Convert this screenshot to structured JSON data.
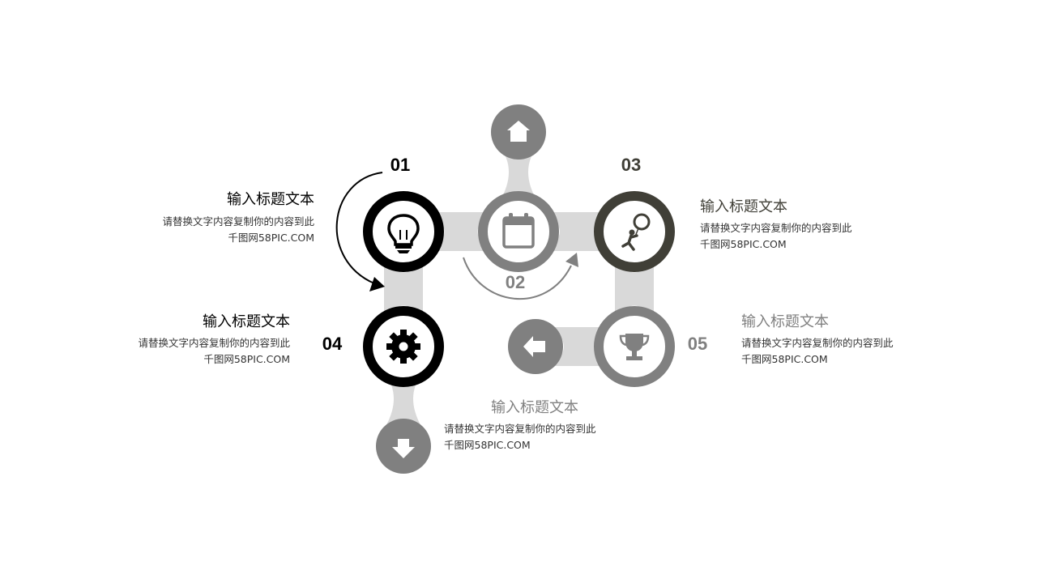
{
  "colors": {
    "connector": "#d9d9d9",
    "black": "#000000",
    "gray": "#808080",
    "dark_olive": "#403f37",
    "white": "#ffffff"
  },
  "steps": [
    {
      "number": "01",
      "title": "输入标题文本",
      "desc_line1": "请替换文字内容复制你的内容到此",
      "desc_line2": "千图网58PIC.COM",
      "icon": "lightbulb-icon"
    },
    {
      "number": "02",
      "title": "输入标题文本",
      "desc_line1": "请替换文字内容复制你的内容到此",
      "desc_line2": "千图网58PIC.COM",
      "icon": "calendar-icon"
    },
    {
      "number": "03",
      "title": "输入标题文本",
      "desc_line1": "请替换文字内容复制你的内容到此",
      "desc_line2": "千图网58PIC.COM",
      "icon": "person-balloon-icon"
    },
    {
      "number": "04",
      "title": "输入标题文本",
      "desc_line1": "请替换文字内容复制你的内容到此",
      "desc_line2": "千图网58PIC.COM",
      "icon": "gear-icon"
    },
    {
      "number": "05",
      "title": "输入标题文本",
      "desc_line1": "请替换文字内容复制你的内容到此",
      "desc_line2": "千图网58PIC.COM",
      "icon": "trophy-icon"
    }
  ],
  "side_icons": [
    "home-icon",
    "arrow-left-icon",
    "arrow-down-icon"
  ]
}
